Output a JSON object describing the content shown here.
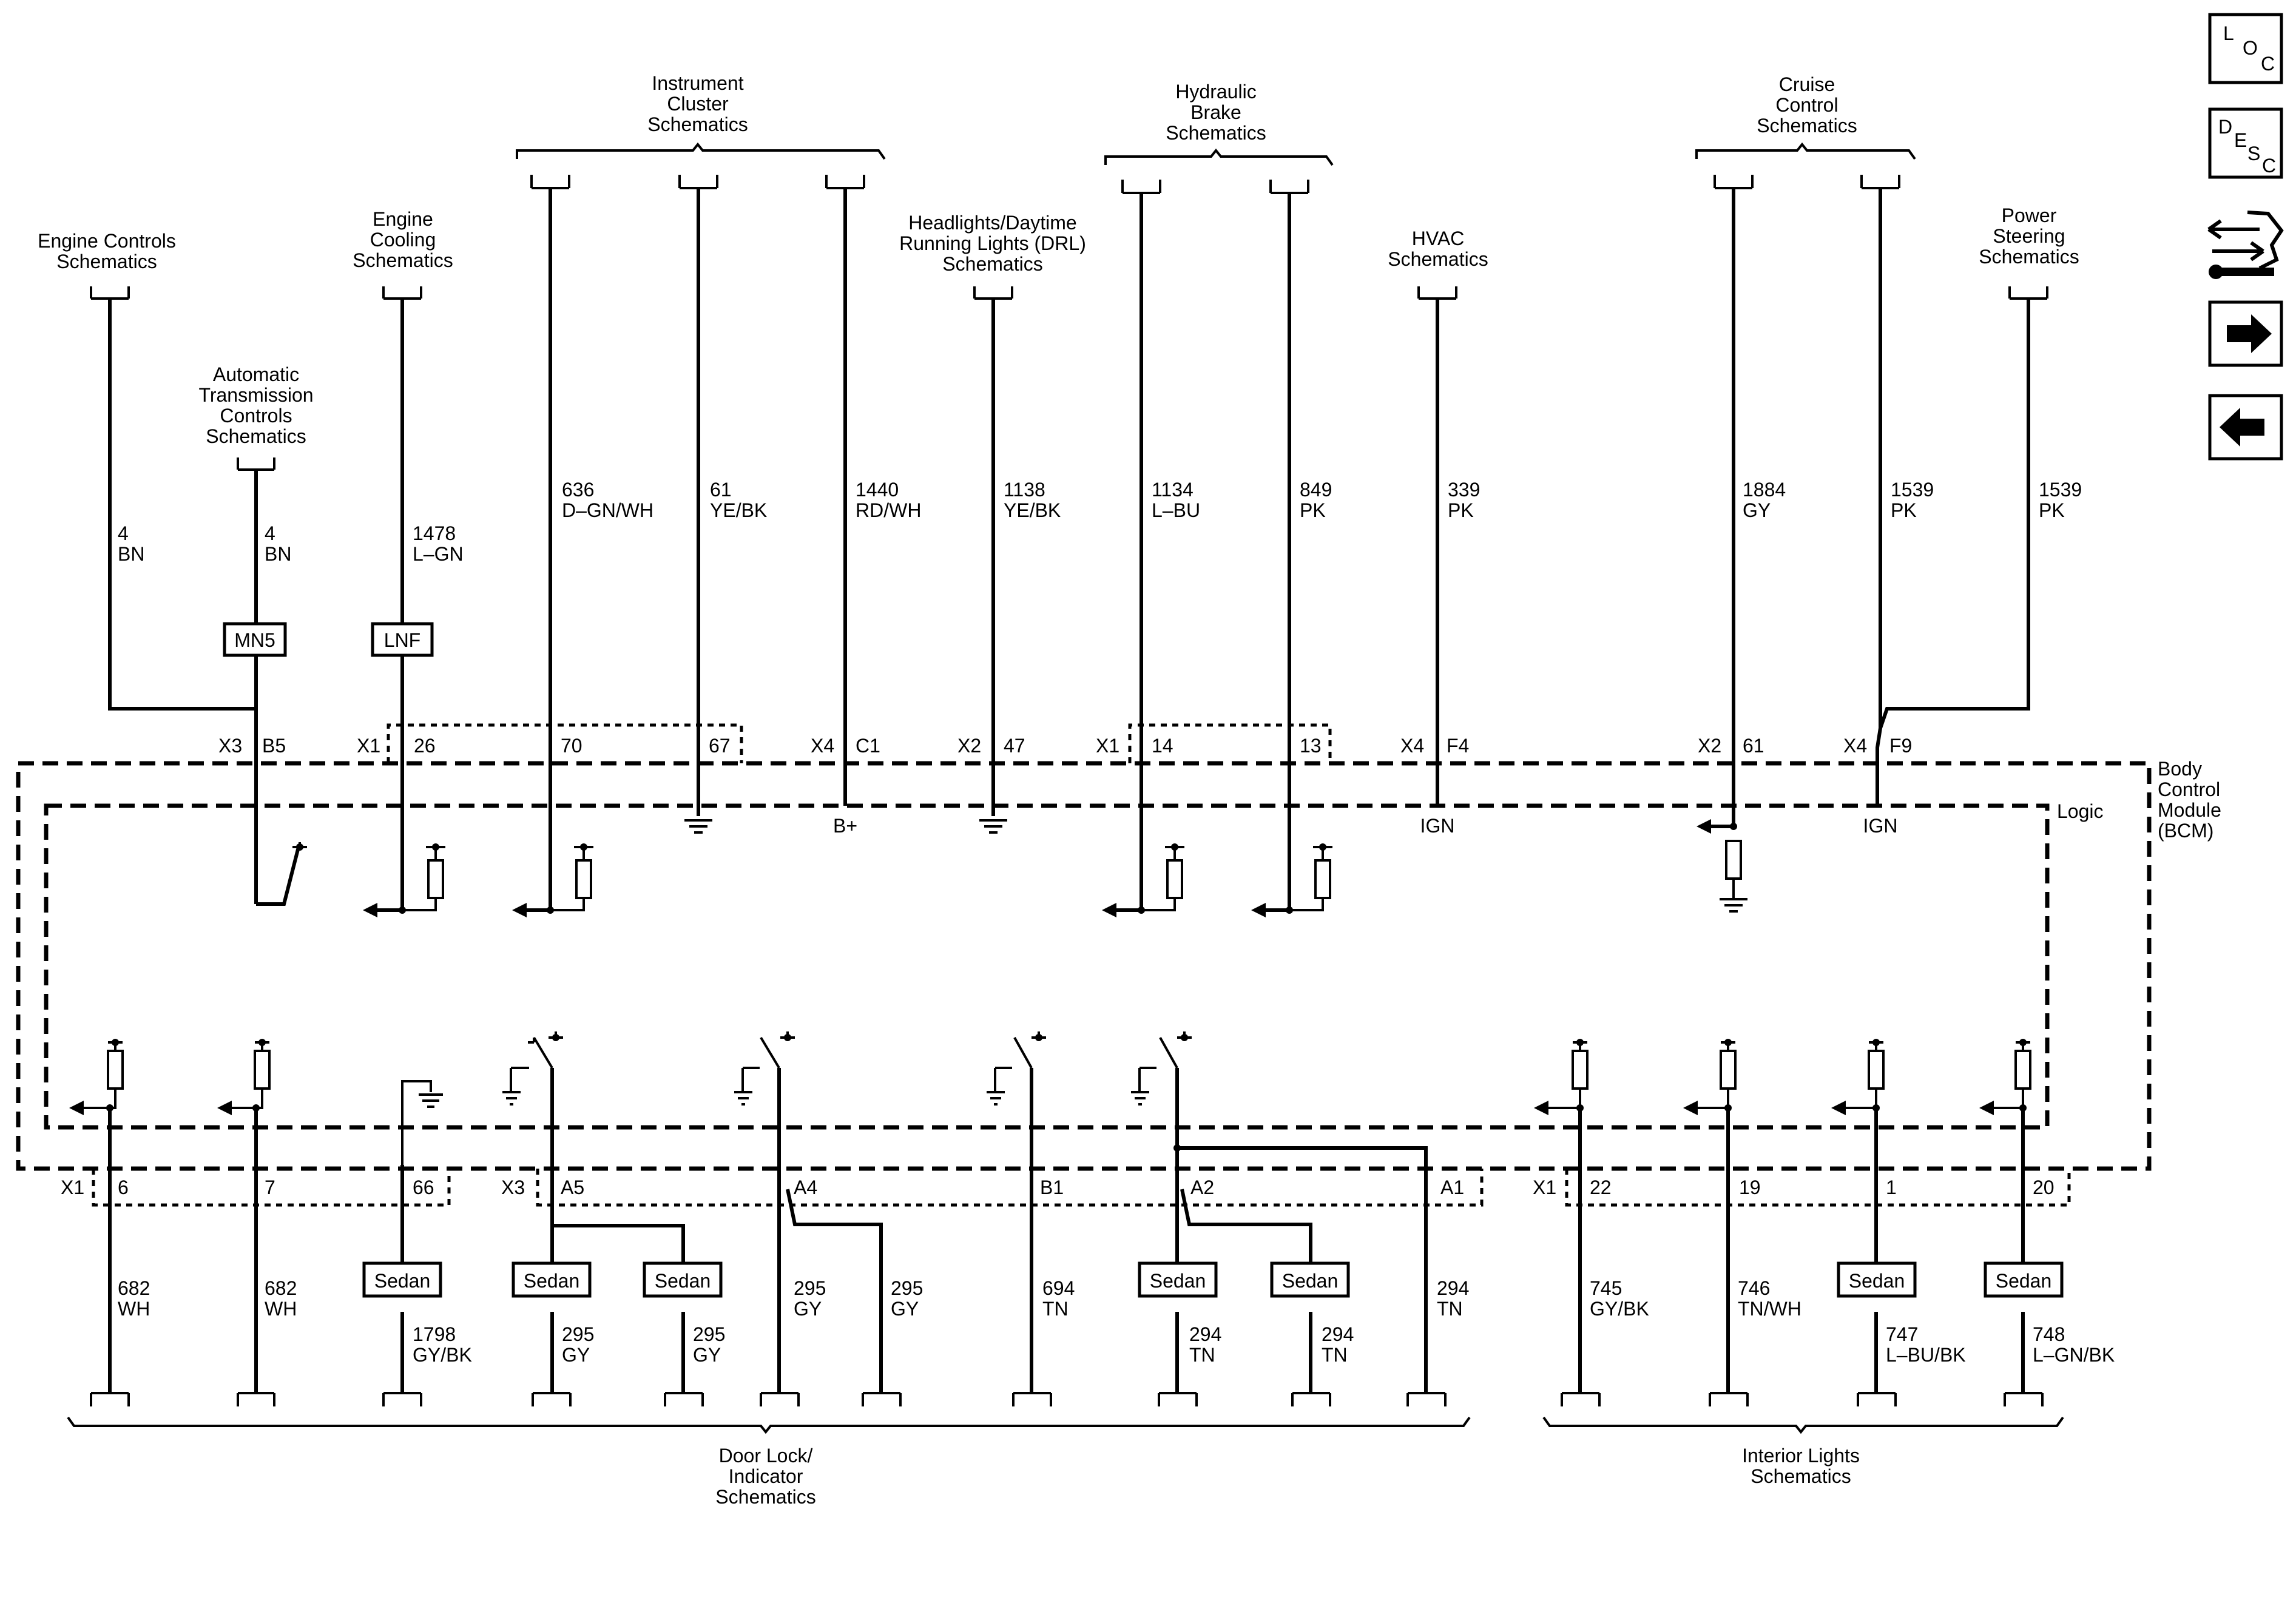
{
  "modules": {
    "bcm": [
      "Body",
      "Control",
      "Module",
      "(BCM)"
    ],
    "logic": "Logic"
  },
  "top_destinations": {
    "engine_controls": [
      "Engine Controls",
      "Schematics"
    ],
    "auto_trans": [
      "Automatic",
      "Transmission",
      "Controls",
      "Schematics"
    ],
    "engine_cooling": [
      "Engine",
      "Cooling",
      "Schematics"
    ],
    "instrument_cluster": [
      "Instrument",
      "Cluster",
      "Schematics"
    ],
    "headlights": [
      "Headlights/Daytime",
      "Running Lights (DRL)",
      "Schematics"
    ],
    "hydraulic_brake": [
      "Hydraulic",
      "Brake",
      "Schematics"
    ],
    "hvac": [
      "HVAC",
      "Schematics"
    ],
    "cruise_control": [
      "Cruise",
      "Control",
      "Schematics"
    ],
    "power_steering": [
      "Power",
      "Steering",
      "Schematics"
    ]
  },
  "bottom_destinations": {
    "door_lock": [
      "Door Lock/",
      "Indicator",
      "Schematics"
    ],
    "interior_lights": [
      "Interior Lights",
      "Schematics"
    ]
  },
  "top_wires": [
    {
      "circuit": "4",
      "color": "BN"
    },
    {
      "circuit": "4",
      "color": "BN"
    },
    {
      "circuit": "1478",
      "color": "L–GN"
    },
    {
      "circuit": "636",
      "color": "D–GN/WH"
    },
    {
      "circuit": "61",
      "color": "YE/BK"
    },
    {
      "circuit": "1440",
      "color": "RD/WH"
    },
    {
      "circuit": "1138",
      "color": "YE/BK"
    },
    {
      "circuit": "1134",
      "color": "L–BU"
    },
    {
      "circuit": "849",
      "color": "PK"
    },
    {
      "circuit": "339",
      "color": "PK"
    },
    {
      "circuit": "1884",
      "color": "GY"
    },
    {
      "circuit": "1539",
      "color": "PK"
    },
    {
      "circuit": "1539",
      "color": "PK"
    }
  ],
  "option_codes": {
    "mn5": "MN5",
    "lnf": "LNF"
  },
  "top_connectors": {
    "x3": "X3",
    "b5": "B5",
    "x1a": "X1",
    "p26": "26",
    "p70": "70",
    "p67": "67",
    "x4a": "X4",
    "c1": "C1",
    "x2a": "X2",
    "p47": "47",
    "x1b": "X1",
    "p14": "14",
    "p13": "13",
    "x4b": "X4",
    "f4": "F4",
    "x2b": "X2",
    "p61": "61",
    "x4c": "X4",
    "f9": "F9"
  },
  "internal": {
    "bplus": "B+",
    "ign1": "IGN",
    "ign2": "IGN"
  },
  "bottom_connectors": {
    "x1a": "X1",
    "p6": "6",
    "p7": "7",
    "p66": "66",
    "x3": "X3",
    "a5": "A5",
    "a4": "A4",
    "b1": "B1",
    "a2": "A2",
    "a1": "A1",
    "x1b": "X1",
    "p22": "22",
    "p19": "19",
    "p1": "1",
    "p20": "20"
  },
  "bottom_wires": {
    "w6": {
      "circuit": "682",
      "color": "WH"
    },
    "w7": {
      "circuit": "682",
      "color": "WH"
    },
    "w66": {
      "circuit": "1798",
      "color": "GY/BK"
    },
    "a5_left": {
      "circuit": "295",
      "color": "GY"
    },
    "a5_right": {
      "circuit": "295",
      "color": "GY"
    },
    "a4_left": {
      "circuit": "295",
      "color": "GY"
    },
    "a4_right": {
      "circuit": "295",
      "color": "GY"
    },
    "b1": {
      "circuit": "694",
      "color": "TN"
    },
    "a2_left": {
      "circuit": "294",
      "color": "TN"
    },
    "a2_right": {
      "circuit": "294",
      "color": "TN"
    },
    "a1": {
      "circuit": "294",
      "color": "TN"
    },
    "p22": {
      "circuit": "745",
      "color": "GY/BK"
    },
    "p19": {
      "circuit": "746",
      "color": "TN/WH"
    },
    "p1": {
      "circuit": "747",
      "color": "L–BU/BK"
    },
    "p20": {
      "circuit": "748",
      "color": "L–GN/BK"
    }
  },
  "sedan_label": "Sedan",
  "nav": {
    "loc": [
      "L",
      "O",
      "C"
    ],
    "desc": [
      "D",
      "E",
      "S",
      "C"
    ]
  }
}
